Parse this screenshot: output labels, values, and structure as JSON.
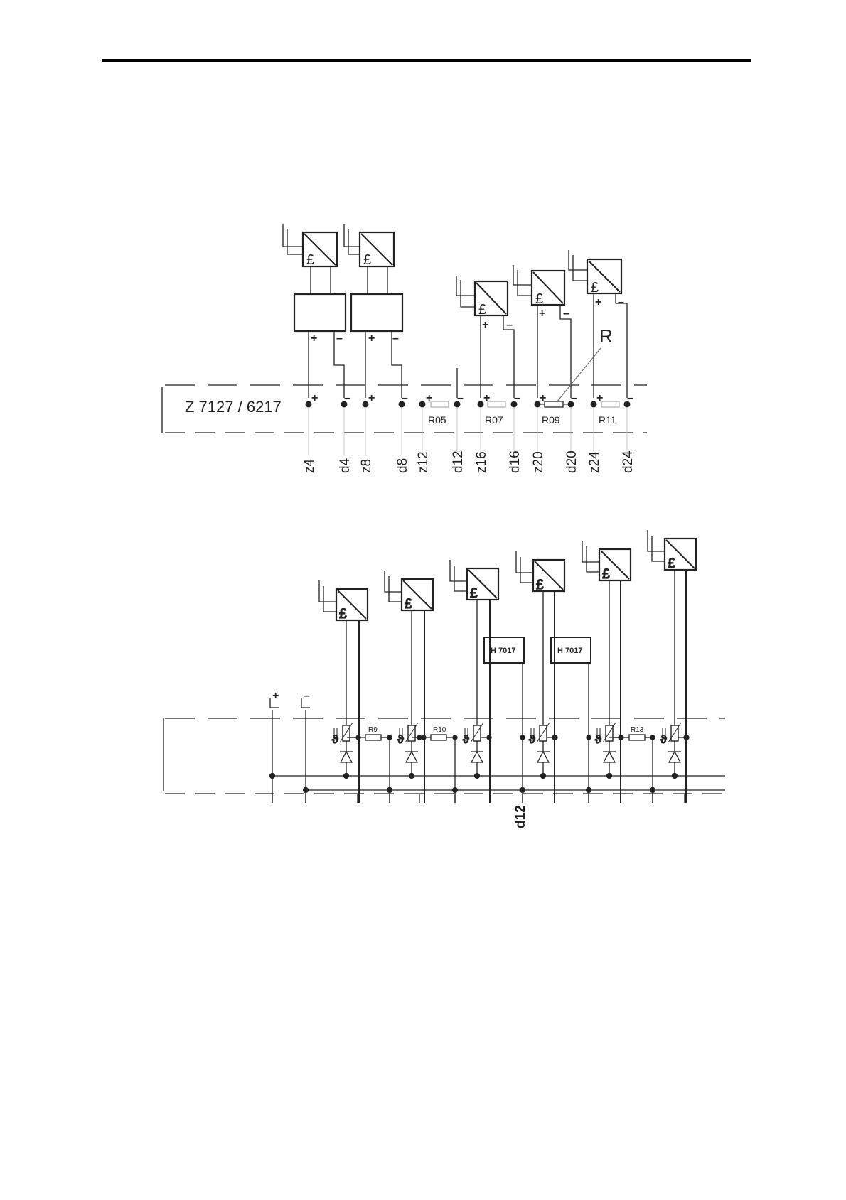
{
  "diagram_top": {
    "module_label": "Z 7127 / 6217",
    "sensor_glyph": "£",
    "plus_sign": "+",
    "minus_sign": "–",
    "terminals": [
      "z4",
      "d4",
      "z8",
      "d8",
      "z12",
      "d12",
      "z16",
      "d16",
      "z20",
      "d20",
      "z24",
      "d24"
    ],
    "resistors": [
      "R05",
      "R07",
      "R09",
      "R11"
    ],
    "callout_label": "R"
  },
  "diagram_bottom": {
    "sensor_glyph": "£",
    "barrier_labels": [
      "H 7017",
      "H 7017"
    ],
    "resistors": [
      "R9",
      "R10",
      "R13"
    ],
    "terminal_label": "d12",
    "supply_plus": "+",
    "supply_minus": "–",
    "thermal_symbol": "ϑ"
  },
  "colors": {
    "ink": "#222222",
    "rule": "#000000"
  }
}
